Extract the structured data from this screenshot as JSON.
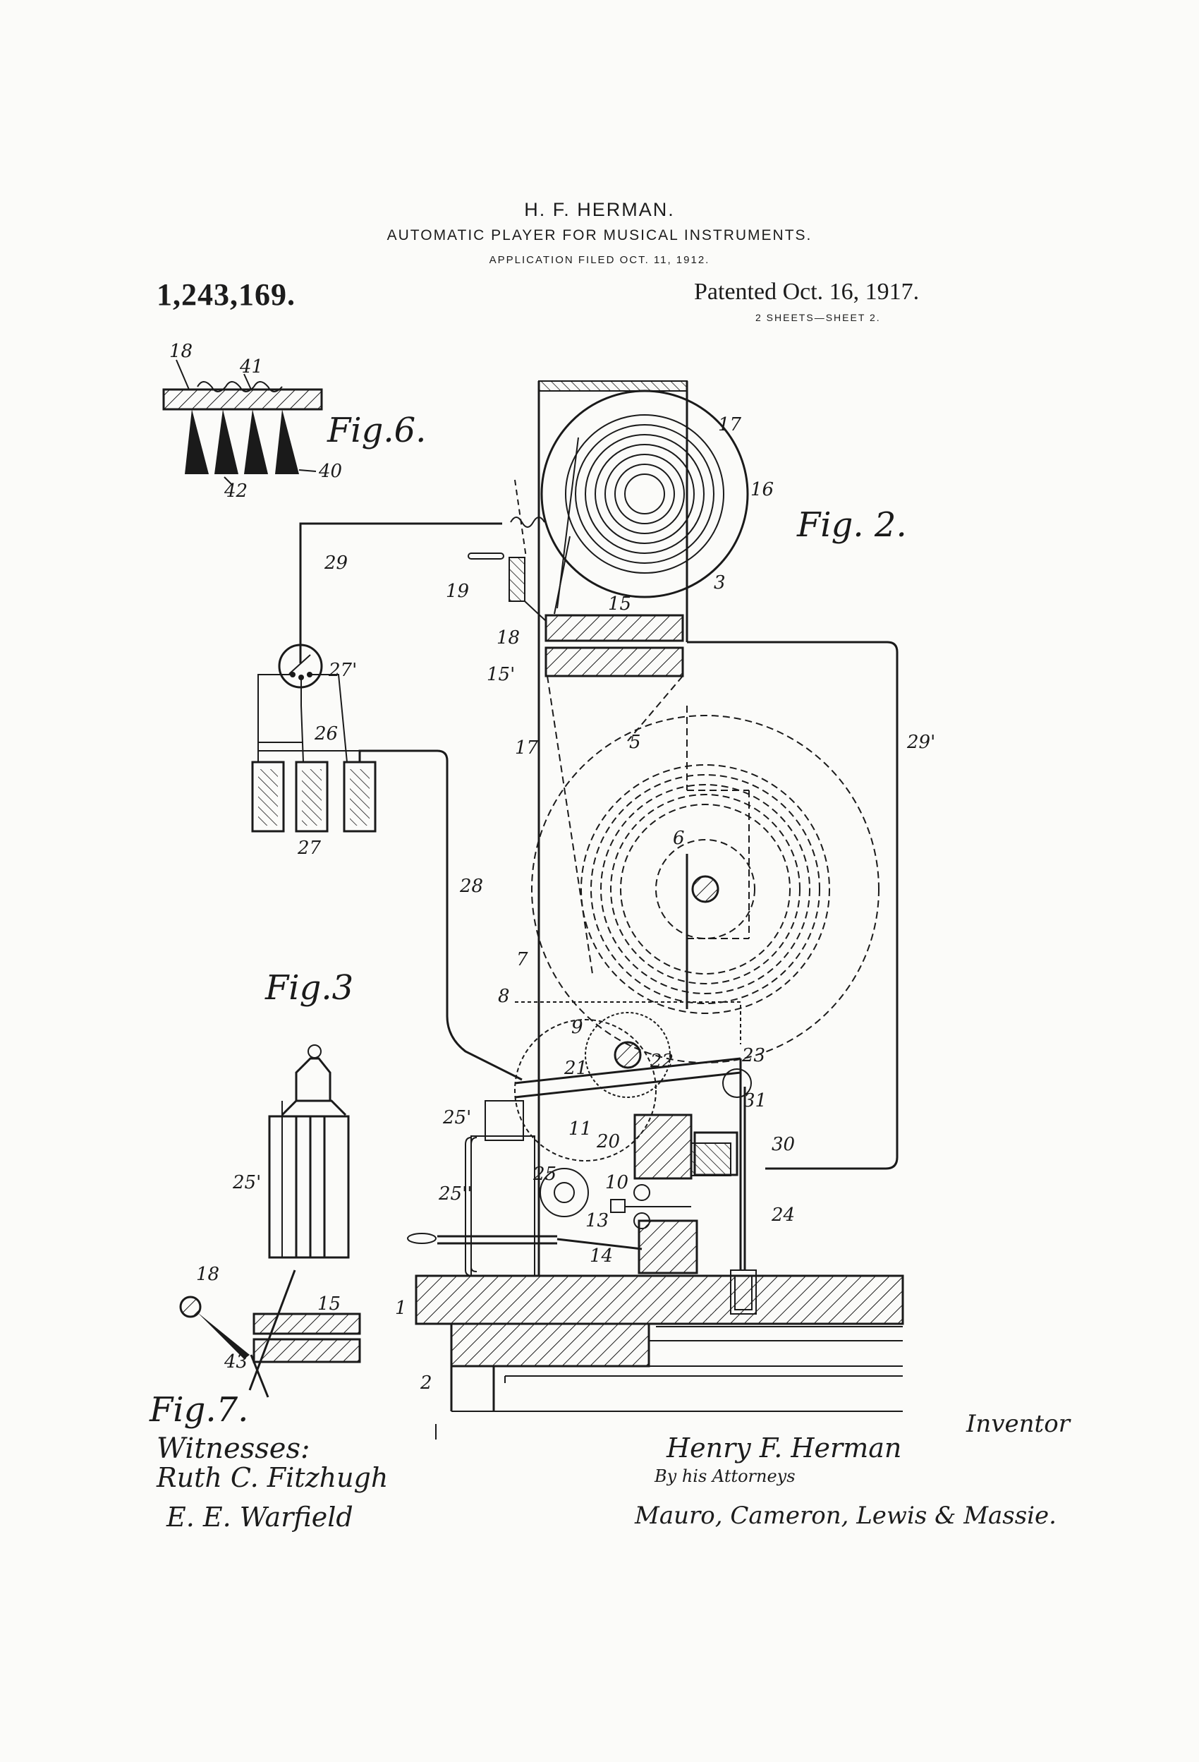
{
  "header": {
    "inventor": "H. F. HERMAN.",
    "title": "AUTOMATIC PLAYER FOR MUSICAL INSTRUMENTS.",
    "application": "APPLICATION FILED OCT. 11, 1912.",
    "patent_number": "1,243,169.",
    "patented_date": "Patented Oct. 16, 1917.",
    "sheets": "2 SHEETS—SHEET 2."
  },
  "figures": {
    "fig2": "Fig. 2.",
    "fig3": "Fig.3",
    "fig6": "Fig.6.",
    "fig7": "Fig.7."
  },
  "reference_numerals": {
    "n1": "1",
    "n2": "2",
    "n3": "3",
    "n5": "5",
    "n6": "6",
    "n7": "7",
    "n8": "8",
    "n9": "9",
    "n10": "10",
    "n11": "11",
    "n13": "13",
    "n14": "14",
    "n15": "15",
    "n15p": "15'",
    "n15b": "15",
    "n16": "16",
    "n17": "17",
    "n17b": "17",
    "n18": "18",
    "n18b": "18",
    "n18c": "18",
    "n19": "19",
    "n20": "20",
    "n21": "21",
    "n22": "22",
    "n23": "23",
    "n24": "24",
    "n25": "25",
    "n25p": "25'",
    "n25pp": "25''",
    "n25b": "25'",
    "n26": "26",
    "n27": "27",
    "n27p": "27'",
    "n28": "28",
    "n29": "29",
    "n29p": "29'",
    "n30": "30",
    "n31": "31",
    "n40": "40",
    "n41": "41",
    "n42": "42",
    "n43": "43"
  },
  "footer": {
    "witnesses_label": "Witnesses:",
    "witness_1": "Ruth C. Fitzhugh",
    "witness_2": "E. E. Warfield",
    "inventor_label": "Inventor",
    "inventor_signature": "Henry F. Herman",
    "attorneys_label": "By his Attorneys",
    "attorneys_signature": "Mauro, Cameron, Lewis & Massie."
  }
}
